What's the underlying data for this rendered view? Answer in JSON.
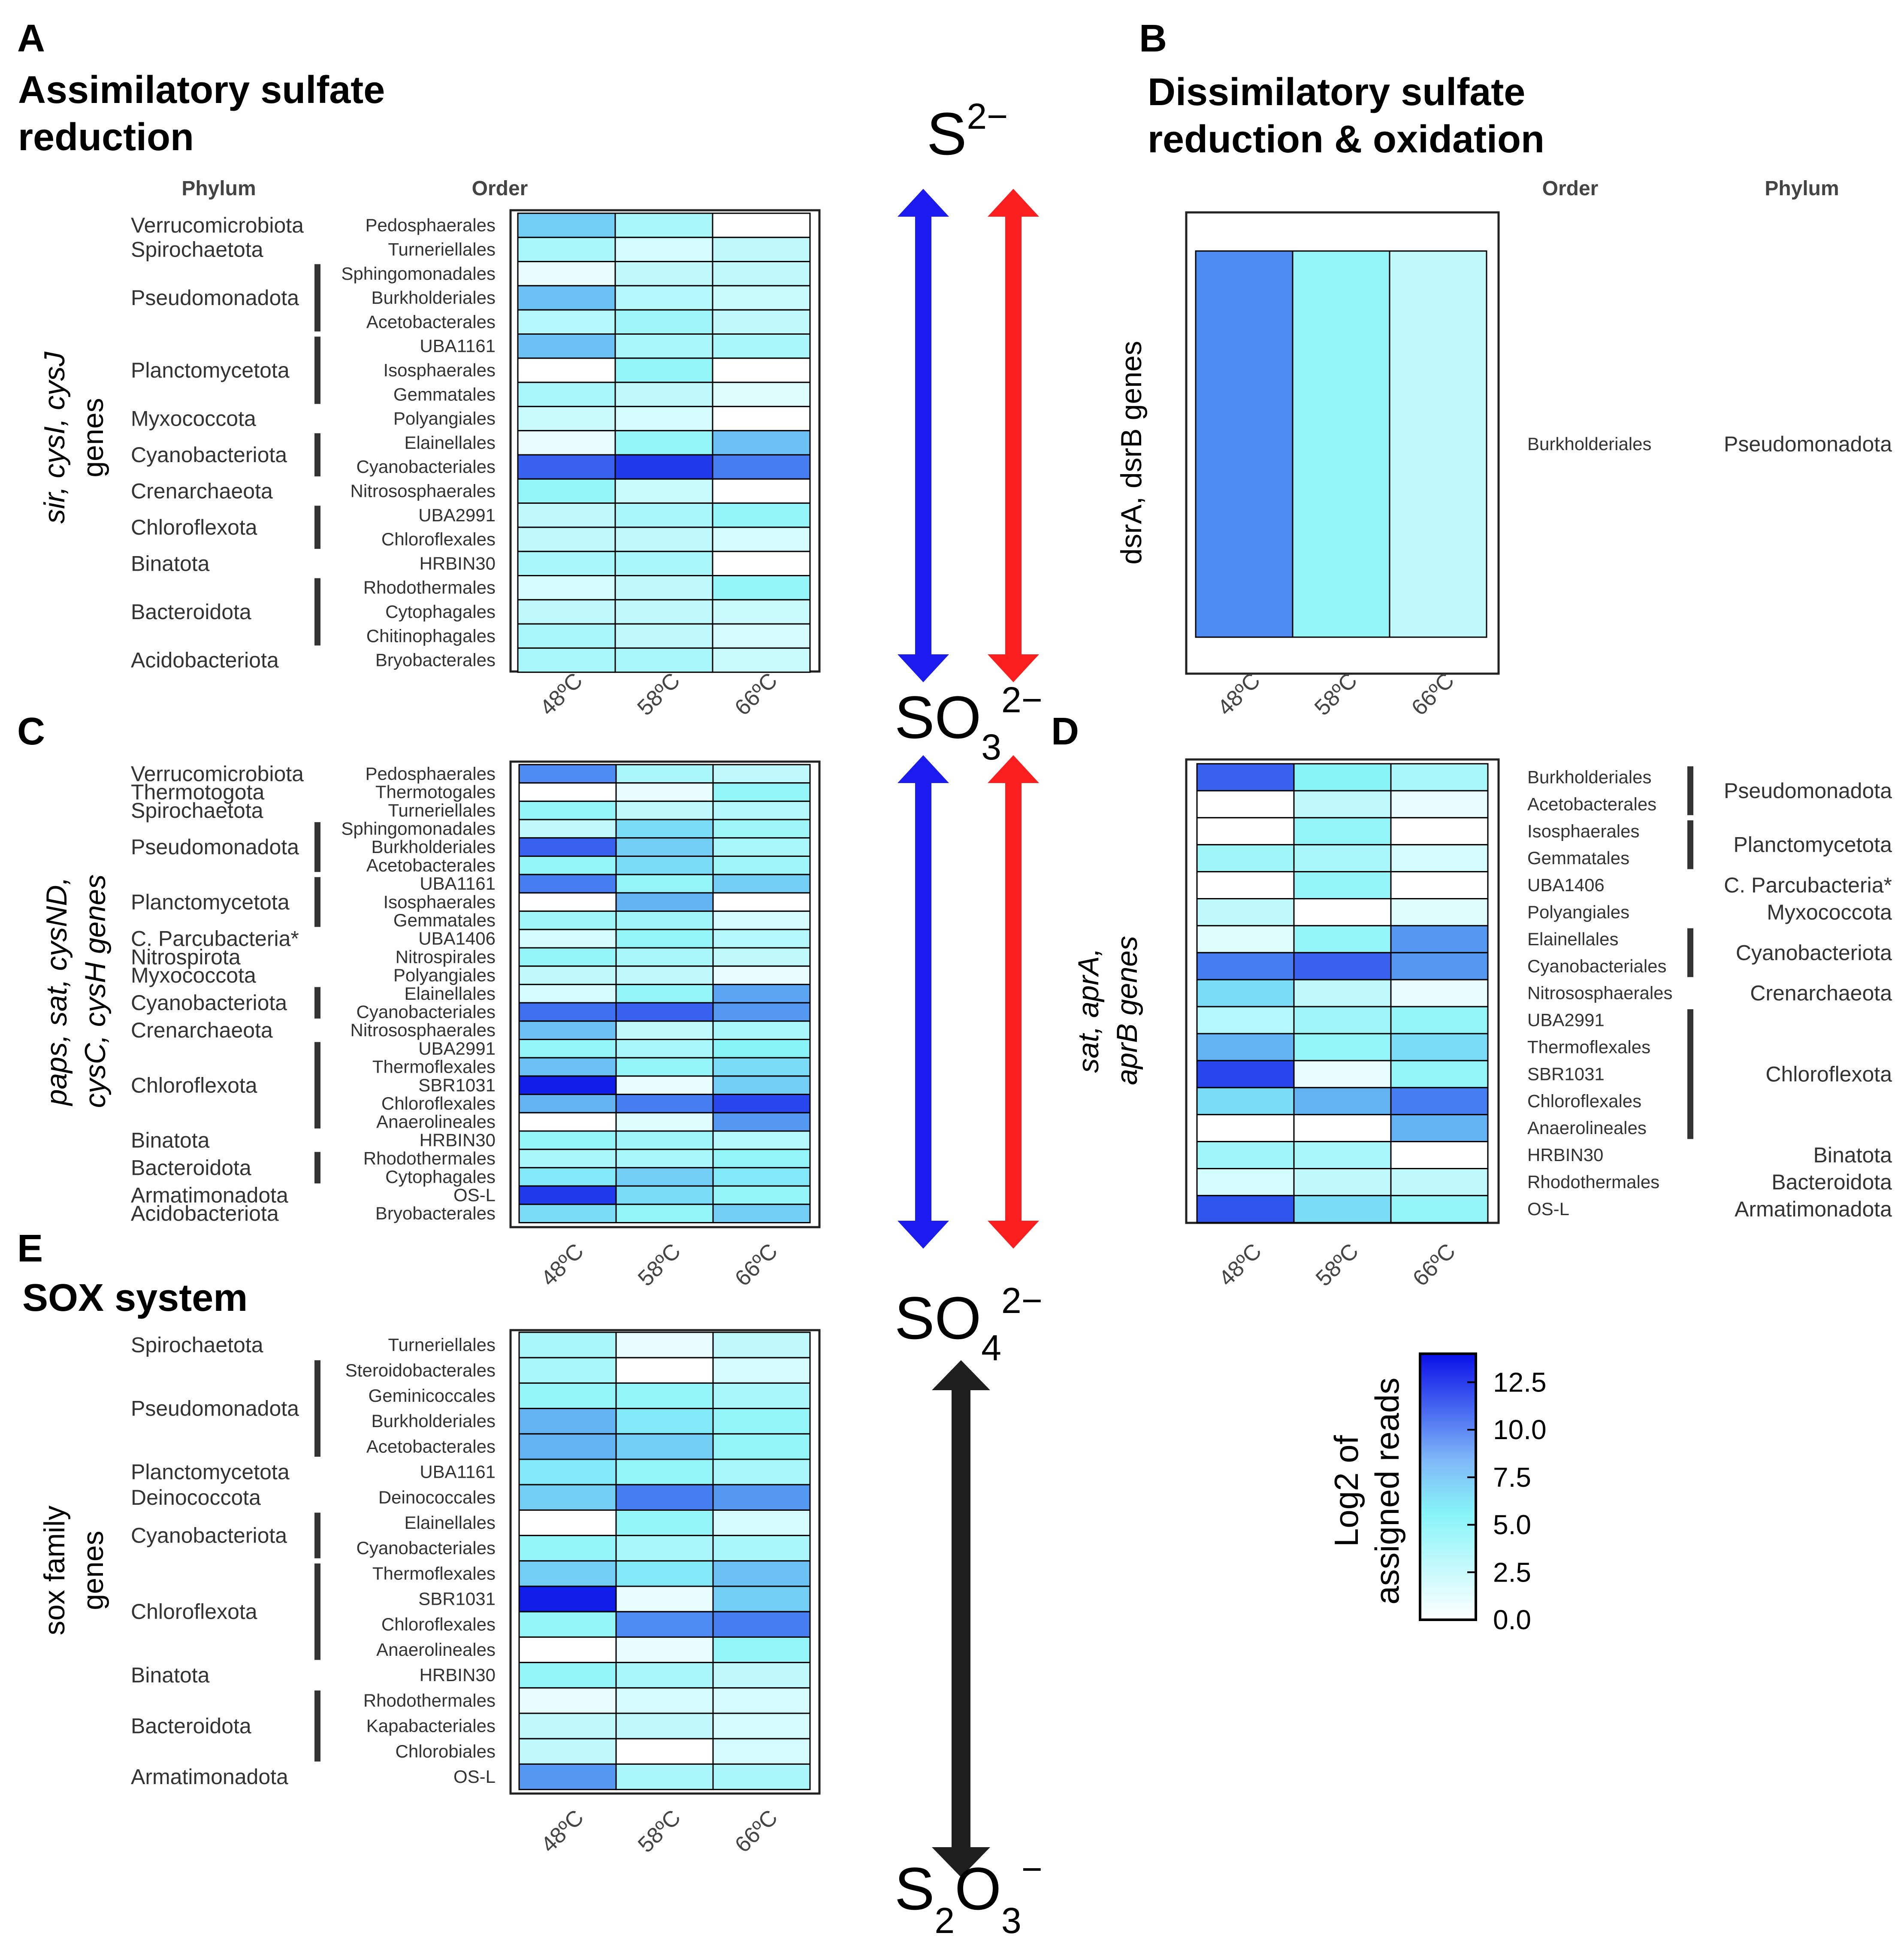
{
  "colors": {
    "low": "#ffffff",
    "mid": "#87f4f8",
    "high": "#0a10e8",
    "arrow_blue": "#1b1bf0",
    "arrow_red": "#fb1e1e",
    "arrow_black": "#1e1e1e"
  },
  "chart_data": [
    {
      "type": "heatmap",
      "panel": "A",
      "title": "Assimilatory sulfate reduction",
      "title_lines": [
        "Assimilatory sulfate",
        "reduction"
      ],
      "row_label_lines": [
        "sir, cysI, cysJ",
        "genes"
      ],
      "phylum_header": "Phylum",
      "order_header": "Order",
      "columns": [
        "48ºC",
        "58ºC",
        "66ºC"
      ],
      "orders": [
        "Pedosphaerales",
        "Turneriellales",
        "Sphingomonadales",
        "Burkholderiales",
        "Acetobacterales",
        "UBA1161",
        "Isosphaerales",
        "Gemmatales",
        "Polyangiales",
        "Elainellales",
        "Cyanobacteriales",
        "Nitrososphaerales",
        "UBA2991",
        "Chloroflexales",
        "HRBIN30",
        "Rhodothermales",
        "Cytophagales",
        "Chitinophagales",
        "Bryobacterales"
      ],
      "phyla": [
        {
          "name": "Verrucomicrobiota",
          "start": 0,
          "end": 0
        },
        {
          "name": "Spirochaetota",
          "start": 1,
          "end": 1
        },
        {
          "name": "Pseudomonadota",
          "start": 2,
          "end": 4
        },
        {
          "name": "Planctomycetota",
          "start": 5,
          "end": 7
        },
        {
          "name": "Myxococcota",
          "start": 8,
          "end": 8
        },
        {
          "name": "Cyanobacteriota",
          "start": 9,
          "end": 10
        },
        {
          "name": "Crenarchaeota",
          "start": 11,
          "end": 11
        },
        {
          "name": "Chloroflexota",
          "start": 12,
          "end": 13
        },
        {
          "name": "Binatota",
          "start": 14,
          "end": 14
        },
        {
          "name": "Bacteroidota",
          "start": 15,
          "end": 17
        },
        {
          "name": "Acidobacteriota",
          "start": 18,
          "end": 18
        }
      ],
      "values": [
        [
          7,
          4,
          0
        ],
        [
          4,
          2,
          3
        ],
        [
          1,
          3,
          3
        ],
        [
          7.5,
          3.5,
          2.5
        ],
        [
          3.5,
          4.5,
          3
        ],
        [
          7.5,
          4,
          4
        ],
        [
          0,
          5,
          0
        ],
        [
          4,
          3,
          1.5
        ],
        [
          2.5,
          2,
          0
        ],
        [
          1,
          5,
          7.5
        ],
        [
          11,
          12.5,
          10
        ],
        [
          5,
          2.5,
          0
        ],
        [
          3,
          4,
          5
        ],
        [
          3,
          3,
          2
        ],
        [
          4,
          4,
          0
        ],
        [
          2,
          3,
          5
        ],
        [
          3,
          3,
          2.5
        ],
        [
          4,
          3,
          2
        ],
        [
          4,
          4,
          2.5
        ]
      ]
    },
    {
      "type": "heatmap",
      "panel": "B",
      "title": "Dissimilatory sulfate reduction & oxidation",
      "title_lines": [
        "Dissimilatory sulfate",
        "reduction & oxidation"
      ],
      "row_label_lines": [
        "dsrA, dsrB genes"
      ],
      "phylum_header": "Phylum",
      "order_header": "Order",
      "columns": [
        "48ºC",
        "58ºC",
        "66ºC"
      ],
      "orders": [
        "Burkholderiales"
      ],
      "phyla": [
        {
          "name": "Pseudomonadota",
          "start": 0,
          "end": 0
        }
      ],
      "values": [
        [
          9.5,
          5,
          3
        ]
      ]
    },
    {
      "type": "heatmap",
      "panel": "C",
      "row_label_lines": [
        "paps, sat, cysND,",
        "cysC, cysH genes"
      ],
      "columns": [
        "48ºC",
        "58ºC",
        "66ºC"
      ],
      "orders": [
        "Pedosphaerales",
        "Thermotogales",
        "Turneriellales",
        "Sphingomonadales",
        "Burkholderiales",
        "Acetobacterales",
        "UBA1161",
        "Isosphaerales",
        "Gemmatales",
        "UBA1406",
        "Nitrospirales",
        "Polyangiales",
        "Elainellales",
        "Cyanobacteriales",
        "Nitrososphaerales",
        "UBA2991",
        "Thermoflexales",
        "SBR1031",
        "Chloroflexales",
        "Anaerolineales",
        "HRBIN30",
        "Rhodothermales",
        "Cytophagales",
        "OS-L",
        "Bryobacterales"
      ],
      "phyla": [
        {
          "name": "Verrucomicrobiota",
          "start": 0,
          "end": 0
        },
        {
          "name": "Thermotogota",
          "start": 1,
          "end": 1
        },
        {
          "name": "Spirochaetota",
          "start": 2,
          "end": 2
        },
        {
          "name": "Pseudomonadota",
          "start": 3,
          "end": 5
        },
        {
          "name": "Planctomycetota",
          "start": 6,
          "end": 8
        },
        {
          "name": "C. Parcubacteria*",
          "start": 9,
          "end": 9
        },
        {
          "name": "Nitrospirota",
          "start": 10,
          "end": 10
        },
        {
          "name": "Myxococcota",
          "start": 11,
          "end": 11
        },
        {
          "name": "Cyanobacteriota",
          "start": 12,
          "end": 13
        },
        {
          "name": "Crenarchaeota",
          "start": 14,
          "end": 14
        },
        {
          "name": "Chloroflexota",
          "start": 15,
          "end": 19
        },
        {
          "name": "Binatota",
          "start": 20,
          "end": 20
        },
        {
          "name": "Bacteroidota",
          "start": 21,
          "end": 22
        },
        {
          "name": "Armatimonadota",
          "start": 23,
          "end": 23
        },
        {
          "name": "Acidobacteriota",
          "start": 24,
          "end": 24
        }
      ],
      "values": [
        [
          9.5,
          4,
          3
        ],
        [
          0,
          1,
          5
        ],
        [
          5,
          3,
          3.5
        ],
        [
          3,
          6.5,
          4.5
        ],
        [
          11,
          7,
          4
        ],
        [
          5,
          6.5,
          4.5
        ],
        [
          10,
          5,
          7
        ],
        [
          0,
          8,
          0
        ],
        [
          4.5,
          4.5,
          2
        ],
        [
          2,
          5,
          3.5
        ],
        [
          5,
          4,
          3
        ],
        [
          3,
          3,
          1
        ],
        [
          2,
          5,
          8.5
        ],
        [
          10.5,
          11,
          9
        ],
        [
          7.5,
          3,
          4
        ],
        [
          5,
          4,
          5.5
        ],
        [
          7.5,
          5,
          6.5
        ],
        [
          13.5,
          1,
          7
        ],
        [
          8,
          10,
          12
        ],
        [
          0,
          1.5,
          9
        ],
        [
          5,
          4.5,
          3.5
        ],
        [
          4,
          4,
          5
        ],
        [
          6,
          7,
          6
        ],
        [
          12.5,
          6.5,
          5
        ],
        [
          6.5,
          5,
          7
        ]
      ]
    },
    {
      "type": "heatmap",
      "panel": "D",
      "row_label_lines": [
        "sat, aprA,",
        "aprB genes"
      ],
      "columns": [
        "48ºC",
        "58ºC",
        "66ºC"
      ],
      "orders": [
        "Burkholderiales",
        "Acetobacterales",
        "Isosphaerales",
        "Gemmatales",
        "UBA1406",
        "Polyangiales",
        "Elainellales",
        "Cyanobacteriales",
        "Nitrososphaerales",
        "UBA2991",
        "Thermoflexales",
        "SBR1031",
        "Chloroflexales",
        "Anaerolineales",
        "HRBIN30",
        "Rhodothermales",
        "OS-L"
      ],
      "phyla": [
        {
          "name": "Pseudomonadota",
          "start": 0,
          "end": 1
        },
        {
          "name": "Planctomycetota",
          "start": 2,
          "end": 3
        },
        {
          "name": "C. Parcubacteria*",
          "start": 4,
          "end": 4
        },
        {
          "name": "Myxococcota",
          "start": 5,
          "end": 5
        },
        {
          "name": "Cyanobacteriota",
          "start": 6,
          "end": 7
        },
        {
          "name": "Crenarchaeota",
          "start": 8,
          "end": 8
        },
        {
          "name": "Chloroflexota",
          "start": 9,
          "end": 13
        },
        {
          "name": "Binatota",
          "start": 14,
          "end": 14
        },
        {
          "name": "Bacteroidota",
          "start": 15,
          "end": 15
        },
        {
          "name": "Armatimonadota",
          "start": 16,
          "end": 16
        }
      ],
      "values": [
        [
          11,
          5.5,
          4
        ],
        [
          0,
          3,
          1
        ],
        [
          0,
          5,
          0
        ],
        [
          4.5,
          4,
          2
        ],
        [
          0,
          5,
          0
        ],
        [
          3,
          0,
          1.5
        ],
        [
          1.5,
          5,
          9
        ],
        [
          10,
          11,
          9
        ],
        [
          6.5,
          3,
          1
        ],
        [
          3.5,
          4.5,
          5
        ],
        [
          8,
          5,
          6.5
        ],
        [
          12,
          1,
          5
        ],
        [
          6.5,
          8,
          10
        ],
        [
          0,
          0,
          8
        ],
        [
          4.5,
          4,
          0
        ],
        [
          2,
          3,
          3
        ],
        [
          11.5,
          6.5,
          5
        ]
      ]
    },
    {
      "type": "heatmap",
      "panel": "E",
      "title": "SOX system",
      "row_label_lines": [
        "sox family",
        "genes"
      ],
      "columns": [
        "48ºC",
        "58ºC",
        "66ºC"
      ],
      "orders": [
        "Turneriellales",
        "Steroidobacterales",
        "Geminicoccales",
        "Burkholderiales",
        "Acetobacterales",
        "UBA1161",
        "Deinococcales",
        "Elainellales",
        "Cyanobacteriales",
        "Thermoflexales",
        "SBR1031",
        "Chloroflexales",
        "Anaerolineales",
        "HRBIN30",
        "Rhodothermales",
        "Kapabacteriales",
        "Chlorobiales",
        "OS-L"
      ],
      "phyla": [
        {
          "name": "Spirochaetota",
          "start": 0,
          "end": 0
        },
        {
          "name": "Pseudomonadota",
          "start": 1,
          "end": 4
        },
        {
          "name": "Planctomycetota",
          "start": 5,
          "end": 5
        },
        {
          "name": "Deinococcota",
          "start": 6,
          "end": 6
        },
        {
          "name": "Cyanobacteriota",
          "start": 7,
          "end": 8
        },
        {
          "name": "Chloroflexota",
          "start": 9,
          "end": 12
        },
        {
          "name": "Binatota",
          "start": 13,
          "end": 13
        },
        {
          "name": "Bacteroidota",
          "start": 14,
          "end": 16
        },
        {
          "name": "Armatimonadota",
          "start": 17,
          "end": 17
        }
      ],
      "values": [
        [
          4,
          1,
          3
        ],
        [
          4,
          0,
          2
        ],
        [
          5,
          5,
          4
        ],
        [
          8,
          6,
          5
        ],
        [
          8,
          7,
          5
        ],
        [
          6,
          5,
          4
        ],
        [
          7,
          10,
          9
        ],
        [
          0,
          5,
          2
        ],
        [
          5,
          4,
          4
        ],
        [
          7,
          6,
          7.5
        ],
        [
          13.5,
          1,
          7
        ],
        [
          5,
          9.5,
          10
        ],
        [
          0,
          1,
          5
        ],
        [
          5,
          4,
          3
        ],
        [
          1,
          2,
          2
        ],
        [
          3,
          3,
          2
        ],
        [
          3,
          0,
          2
        ],
        [
          9,
          4,
          4
        ]
      ]
    }
  ],
  "legend": {
    "title_lines": [
      "Log2 of",
      "assigned reads"
    ],
    "ticks": [
      "12.5",
      "10.0",
      "7.5",
      "5.0",
      "2.5",
      "0.0"
    ],
    "min": 0,
    "max": 14
  },
  "chem": {
    "s2": "S",
    "s2_sup": "2−",
    "so3": "SO",
    "so3_sub": "3",
    "so3_sup": "2−",
    "so4": "SO",
    "so4_sub": "4",
    "so4_sup": "2−",
    "s2o3": "S",
    "s2o3_sub1": "2",
    "s2o3_mid": "O",
    "s2o3_sub2": "3",
    "s2o3_sup": "−"
  }
}
